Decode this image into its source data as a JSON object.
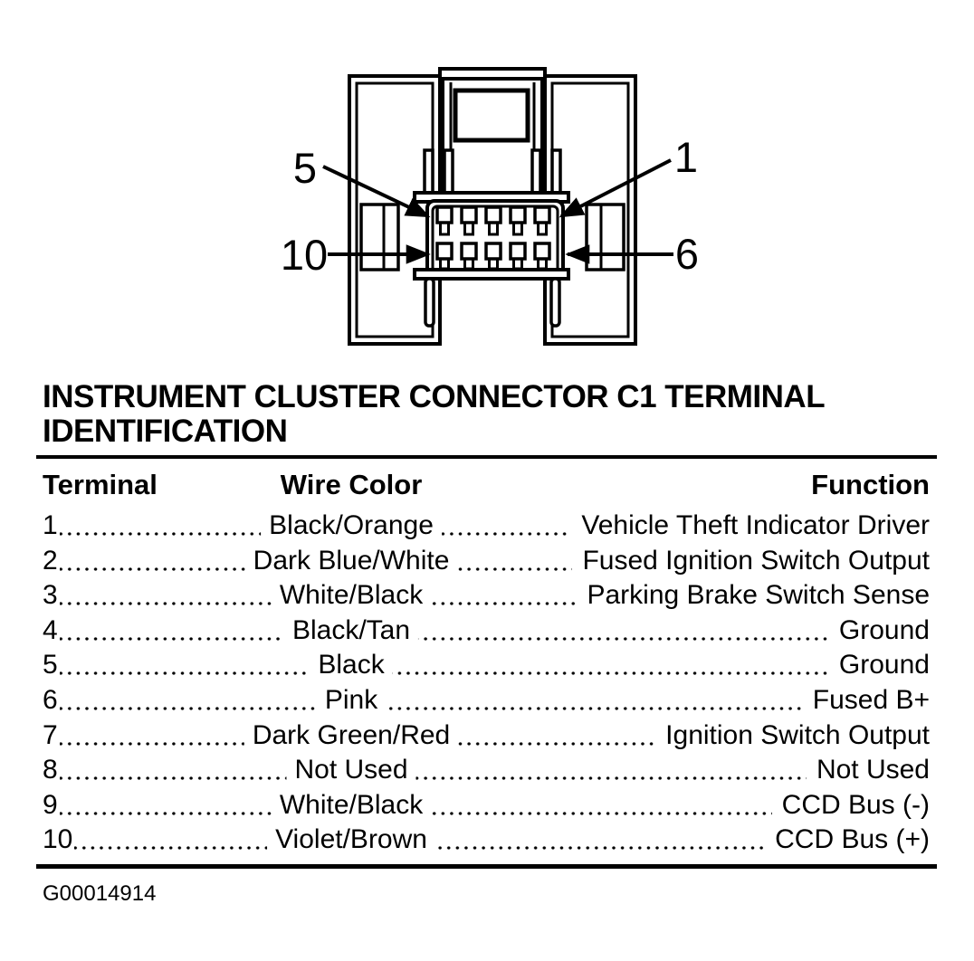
{
  "figure": {
    "figure_number": "G00014914",
    "callouts": [
      {
        "label": "5"
      },
      {
        "label": "1"
      },
      {
        "label": "10"
      },
      {
        "label": "6"
      }
    ]
  },
  "title": "INSTRUMENT CLUSTER CONNECTOR C1 TERMINAL IDENTIFICATION",
  "table": {
    "headers": {
      "terminal": "Terminal",
      "wire_color": "Wire Color",
      "function": "Function"
    },
    "rows": [
      {
        "terminal": "1",
        "wire_color": "Black/Orange",
        "function": "Vehicle Theft Indicator Driver"
      },
      {
        "terminal": "2",
        "wire_color": "Dark Blue/White",
        "function": "Fused Ignition Switch Output"
      },
      {
        "terminal": "3",
        "wire_color": "White/Black",
        "function": "Parking Brake Switch Sense"
      },
      {
        "terminal": "4",
        "wire_color": "Black/Tan",
        "function": "Ground"
      },
      {
        "terminal": "5",
        "wire_color": "Black",
        "function": "Ground"
      },
      {
        "terminal": "6",
        "wire_color": "Pink",
        "function": "Fused B+"
      },
      {
        "terminal": "7",
        "wire_color": "Dark Green/Red",
        "function": "Ignition Switch Output"
      },
      {
        "terminal": "8",
        "wire_color": "Not Used",
        "function": "Not Used"
      },
      {
        "terminal": "9",
        "wire_color": "White/Black",
        "function": "CCD Bus (-)"
      },
      {
        "terminal": "10",
        "wire_color": "Violet/Brown",
        "function": "CCD Bus (+)"
      }
    ]
  }
}
